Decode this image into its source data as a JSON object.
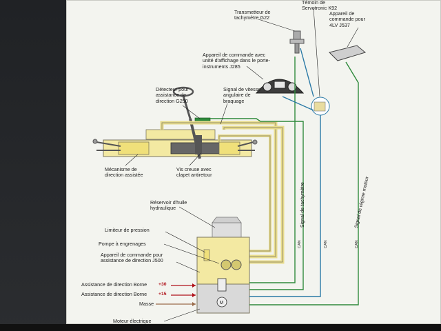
{
  "labels": {
    "temoin": "Témoin de\nServotronic K92",
    "transmetteur": "Transmetteur de\ntachymètre G22",
    "appareil_4lv": "Appareil de\ncommande pour\n4LV J537",
    "appareil_porte": "Appareil de commande avec\nunité d'affichage dans le porte-\ninstruments J285",
    "detecteur": "Détecteur pour\nassistance de\ndirection G250",
    "signal_vitesse": "Signal de vitesse\nangulaire de\nbraquage",
    "mecanisme": "Mécanisme de\ndirection assistée",
    "vis_creuse": "Vis creuse avec\nclapet antiretour",
    "reservoir": "Réservoir d'huile\nhydraulique",
    "limiteur": "Limiteur de pression",
    "pompe": "Pompe à engrenages",
    "appareil_j500": "Appareil de commande pour\nassistance de direction J500",
    "borne30": "Assistance de direction Borne",
    "borne15": "Assistance de direction Borne",
    "masse": "Masse",
    "moteur": "Moteur électrique",
    "signal_tachymetre": "Signal de tachymètre",
    "signal_regime": "Signal de régime moteur",
    "tag": "CAN"
  },
  "terminals": {
    "t30": "+30",
    "t15": "+15"
  },
  "colors": {
    "hydraulic": "#f3e9a2",
    "hydraulic_edge": "#7b7660",
    "signal_green": "#2f8a3c",
    "signal_blue": "#2a79a6",
    "wire_red": "#b0121a",
    "wire_dark": "#9a6b4a"
  }
}
